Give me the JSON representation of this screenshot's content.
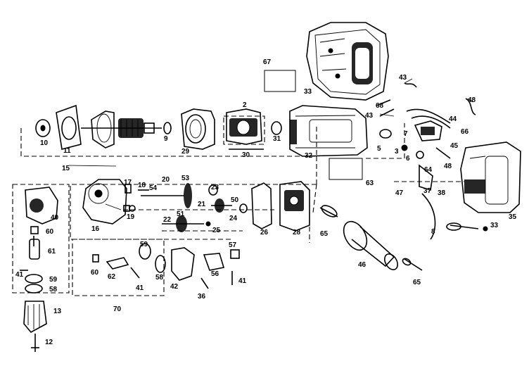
{
  "labels": {
    "l2": "2",
    "l3": "3",
    "l5": "5",
    "l6": "6",
    "l7": "7",
    "l8": "8",
    "l9": "9",
    "l10": "10",
    "l11": "11",
    "l12": "12",
    "l13": "13",
    "l15": "15",
    "l16": "16",
    "l17": "17",
    "l18": "18",
    "l19": "19",
    "l20": "20",
    "l21": "21",
    "l22": "22",
    "l23": "23",
    "l24": "24",
    "l25": "25",
    "l26": "26",
    "l28": "28",
    "l29": "29",
    "l30": "30",
    "l31": "31",
    "l32": "32",
    "l33a": "33",
    "l33b": "33",
    "l35": "35",
    "l36": "36",
    "l37": "37",
    "l38": "38",
    "l40": "40",
    "l41a": "41",
    "l41b": "41",
    "l41c": "41",
    "l42": "42",
    "l43a": "43",
    "l43b": "43",
    "l44": "44",
    "l45": "45",
    "l46": "46",
    "l47": "47",
    "l48a": "48",
    "l48b": "48",
    "l50": "50",
    "l51": "51",
    "l53": "53",
    "l54": "54",
    "l56": "56",
    "l57": "57",
    "l58a": "58",
    "l58b": "58",
    "l59a": "59",
    "l59b": "59",
    "l60a": "60",
    "l60b": "60",
    "l61": "61",
    "l62": "62",
    "l63": "63",
    "l64": "64",
    "l65a": "65",
    "l65b": "65",
    "l66": "66",
    "l67": "67",
    "l68": "68",
    "l70": "70"
  }
}
